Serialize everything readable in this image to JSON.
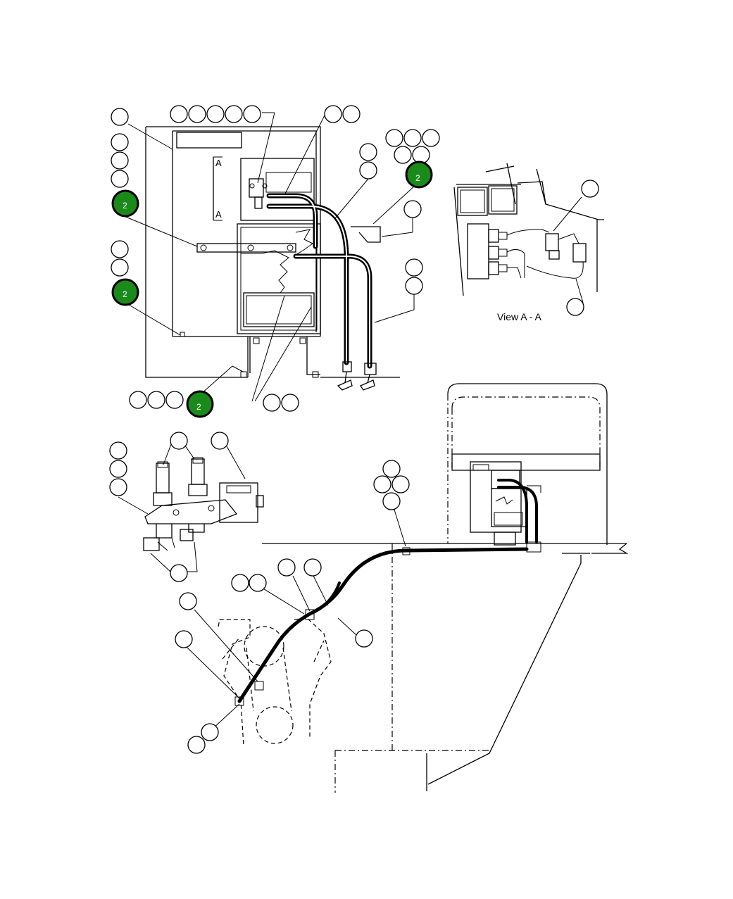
{
  "view_label": "View A - A",
  "section_mark_top": "A",
  "section_mark_bottom": "A",
  "hotspots": [
    {
      "id": "hotspot-1",
      "label": "2"
    },
    {
      "id": "hotspot-2",
      "label": "2"
    },
    {
      "id": "hotspot-3",
      "label": "2"
    },
    {
      "id": "hotspot-4",
      "label": "2"
    }
  ]
}
